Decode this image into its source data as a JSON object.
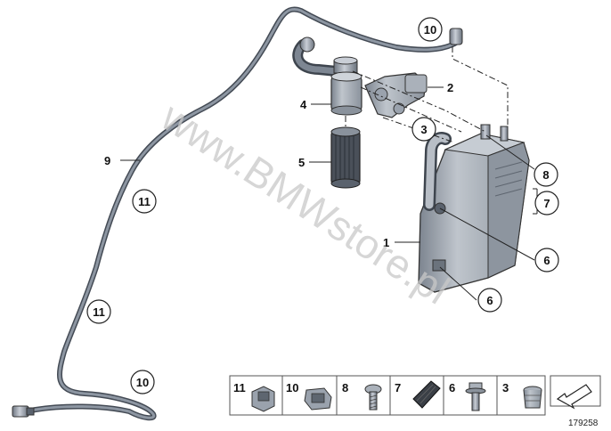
{
  "watermark": "www.BMWstore.pl",
  "diagram_number": "179258",
  "callouts": {
    "c1": "1",
    "c2": "2",
    "c3": "3",
    "c4": "4",
    "c5": "5",
    "c6a": "6",
    "c6b": "6",
    "c7": "7",
    "c8": "8",
    "c9": "9",
    "c10a": "10",
    "c10b": "10",
    "c11a": "11",
    "c11b": "11"
  },
  "legend": [
    "11",
    "10",
    "8",
    "7",
    "6",
    "3"
  ]
}
